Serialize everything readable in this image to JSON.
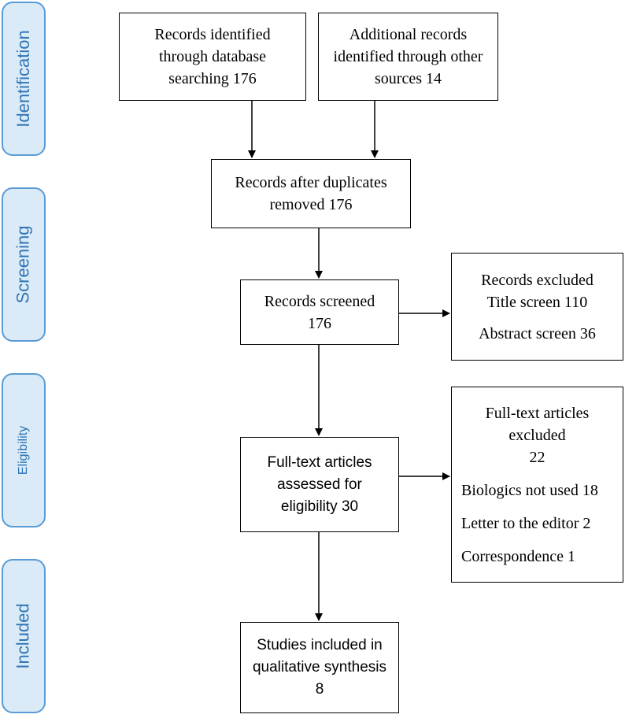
{
  "stages": {
    "identification": "Identification",
    "screening": "Screening",
    "eligibility": "Eligibility",
    "included": "Included"
  },
  "boxes": {
    "database_records": [
      "Records identified",
      "through database",
      "searching 176"
    ],
    "other_records": [
      "Additional records",
      "identified through other",
      "sources 14"
    ],
    "after_duplicates": [
      "Records after duplicates",
      "removed 176"
    ],
    "screened": [
      "Records screened",
      "176"
    ],
    "screen_excluded": {
      "heading": [
        "Records excluded",
        "Title screen 110"
      ],
      "detail": "Abstract screen 36"
    },
    "fulltext_assessed": [
      "Full-text articles",
      "assessed for",
      "eligibility 30"
    ],
    "fulltext_excluded": {
      "heading": [
        "Full-text articles",
        "excluded",
        "22"
      ],
      "reasons": [
        "Biologics not used 18",
        "Letter to the editor 2",
        "Correspondence 1"
      ]
    },
    "included": [
      "Studies included in",
      "qualitative synthesis",
      "8"
    ]
  }
}
